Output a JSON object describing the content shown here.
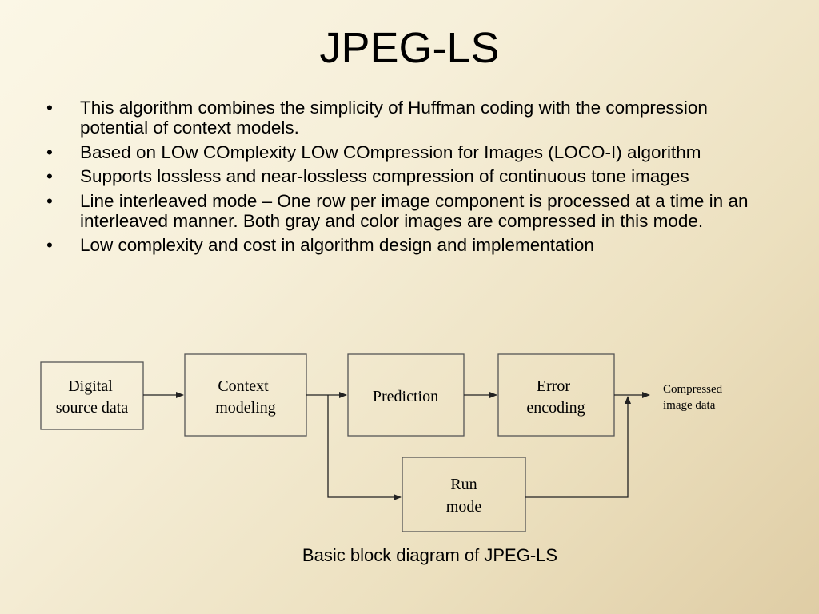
{
  "title": "JPEG-LS",
  "bullets": [
    "This algorithm combines the simplicity of Huffman coding with the compression potential of context models.",
    "Based on LOw COmplexity LOw COmpression for Images (LOCO-I) algorithm",
    "Supports lossless and near-lossless compression of continuous tone images",
    "Line interleaved mode – One row per image component is processed at a time in an interleaved manner. Both gray and color images are compressed in this mode.",
    "Low complexity and cost in algorithm design and implementation"
  ],
  "bullet_symbol": "•",
  "diagram": {
    "digital": [
      "Digital",
      "source data"
    ],
    "context": [
      "Context",
      "modeling"
    ],
    "prediction": "Prediction",
    "error": [
      "Error",
      "encoding"
    ],
    "run": [
      "Run",
      "mode"
    ],
    "output": [
      "Compressed",
      "image data"
    ]
  },
  "caption": "Basic block diagram of JPEG-LS"
}
